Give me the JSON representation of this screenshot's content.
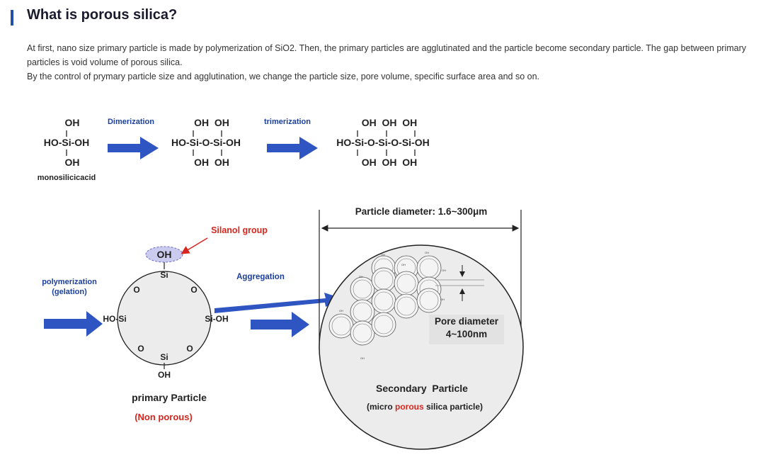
{
  "page": {
    "title": "What is porous silica?",
    "intro_line1": "At first, nano size primary particle is made by polymerization of SiO2. Then, the primary particles are agglutinated and the particle become secondary particle. The gap between primary particles is void volume of porous silica.",
    "intro_line2": "By the control of prymary particle size and agglutination, we change the particle size, pore volume, specific surface area and so on."
  },
  "chemistry": {
    "mono": {
      "top": "OH",
      "middle": "HO-Si-OH",
      "bottom": "OH",
      "caption": "monosilicicacid"
    },
    "step1_label": "Dimerization",
    "dimer": {
      "top": "OH  OH",
      "middle": "HO-Si-O-Si-OH",
      "bottom": "OH  OH"
    },
    "step2_label": "trimerization",
    "trimer": {
      "top": "OH  OH  OH",
      "middle": "HO-Si-O-Si-O-Si-OH",
      "bottom": "OH  OH  OH"
    }
  },
  "primary": {
    "silanol_label": "Silanol group",
    "oh_top": "OH",
    "si_top": "Si",
    "o_upper_left": "O",
    "o_upper_right": "O",
    "ho_si_left": "HO-Si",
    "si_oh_right": "Si-OH",
    "o_lower_left": "O",
    "o_lower_right": "O",
    "si_bottom": "Si",
    "oh_bottom": "OH",
    "caption": "primary Particle",
    "subcaption": "(Non porous)",
    "poly_label_1": "polymerization",
    "poly_label_2": "(gelation)",
    "aggregation_label": "Aggregation"
  },
  "secondary": {
    "diameter_label": "Particle diameter: 1.6~300μm",
    "pore_label": "Pore diameter",
    "pore_value": "4~100nm",
    "caption": "Secondary  Particle",
    "sub_prefix": "(micro ",
    "sub_highlight": "porous",
    "sub_suffix": " silica particle)",
    "mini_oh": "OH"
  },
  "colors": {
    "accent_bar": "#1f4fa8",
    "arrow_blue": "#2f55c2",
    "label_blue": "#1b3f9b",
    "label_red": "#d7261e",
    "silanol_fill": "#cbcbef"
  }
}
